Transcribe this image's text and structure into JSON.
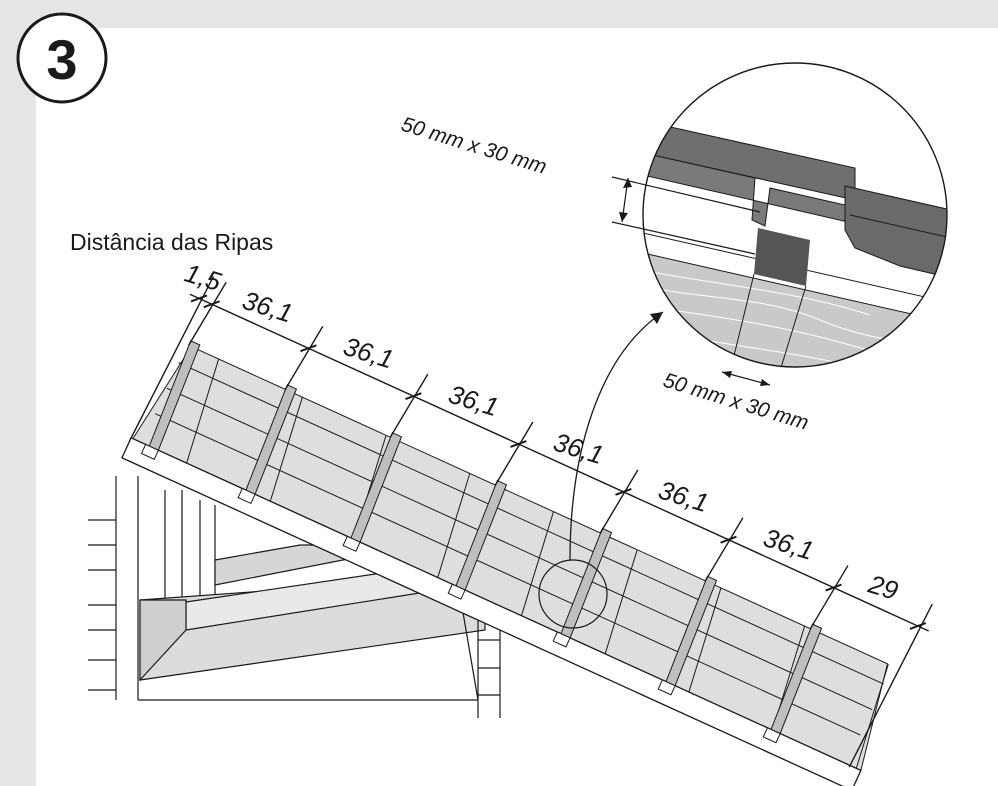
{
  "step": {
    "number": "3"
  },
  "title": "Distância das Ripas",
  "dimensions": [
    "1,5",
    "36,1",
    "36,1",
    "36,1",
    "36,1",
    "36,1",
    "36,1",
    "29"
  ],
  "detail": {
    "top_label": "50 mm x 30 mm",
    "bottom_label": "50 mm x 30 mm"
  },
  "colors": {
    "frame": "#e4e5e7",
    "panel": "#ffffff",
    "line": "#1a1a1a",
    "batten": "#bfbfbf",
    "tile": "#6f6f6f",
    "tile_dark": "#555555",
    "rafter": "#8f8f8f"
  }
}
